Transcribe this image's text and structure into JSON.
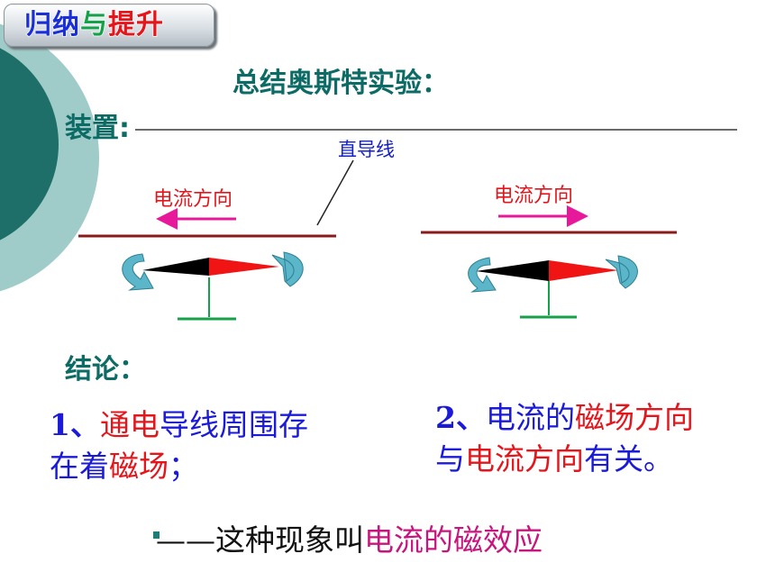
{
  "badge": {
    "part1": "归纳",
    "part2": "与",
    "part3": "提升"
  },
  "heading": "总结奥斯特实验：",
  "device_label": "装置:",
  "wire_label": "直导线",
  "current_direction_left": "电流方向",
  "current_direction_right": "电流方向",
  "conclusion_label": "结论：",
  "conclusion_1": {
    "number": "1、",
    "part_red_1": "通电",
    "part_blue": "导线周围存",
    "line2_blue": "在着",
    "part_red_2": "磁场",
    "end": "；"
  },
  "conclusion_2": {
    "number": "2、",
    "line1_blue": "电流的",
    "line1_red": "磁场方向",
    "line2_blue_1": "与",
    "line2_red": "电流方向",
    "line2_blue_2": "有关。"
  },
  "summary": {
    "prefix": "——这种现象叫",
    "highlight": "电流的磁效应"
  },
  "colors": {
    "teal_dark": "#1e6e6a",
    "teal_light": "#9fcbc9",
    "heading_teal": "#0d6b66",
    "blue": "#1a1ad8",
    "red": "#e4151b",
    "magenta": "#c8157d",
    "wire": "#8b1a1a",
    "needle_black": "#000000",
    "needle_red": "#f01414",
    "stand_green": "#14a14a",
    "rotation_arrow": "#5ab6c8"
  }
}
